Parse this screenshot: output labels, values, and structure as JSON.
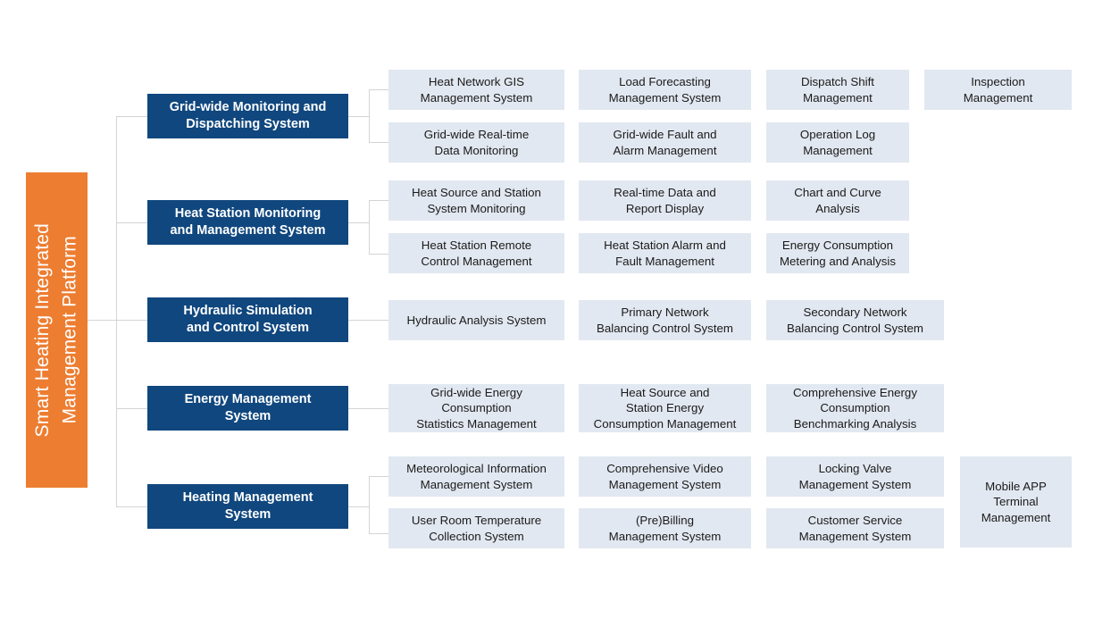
{
  "root": {
    "label": "Smart Heating Integrated\nManagement Platform",
    "color": "#ed7d31"
  },
  "colors": {
    "level2_bg": "#10477e",
    "level2_text": "#ffffff",
    "level3_bg": "#e2e8f1",
    "level3_text": "#1a1a1a",
    "connector": "#d4d4d4",
    "page_bg": "#ffffff"
  },
  "branches": [
    {
      "id": "grid-wide-monitoring-and-dispatching-system",
      "label": "Grid-wide Monitoring and\nDispatching System",
      "children": [
        "Heat Network GIS\nManagement System",
        "Load Forecasting\nManagement System",
        "Dispatch Shift\nManagement",
        "Inspection\nManagement",
        "Grid-wide Real-time\nData Monitoring",
        "Grid-wide Fault and\nAlarm Management",
        "Operation Log\nManagement"
      ]
    },
    {
      "id": "heat-station-monitoring-and-management-system",
      "label": "Heat Station Monitoring\nand Management System",
      "children": [
        "Heat Source and Station\nSystem Monitoring",
        "Real-time Data and\nReport Display",
        "Chart and Curve\nAnalysis",
        "Heat Station Remote\nControl Management",
        "Heat Station Alarm and\nFault Management",
        "Energy Consumption\nMetering and Analysis"
      ]
    },
    {
      "id": "hydraulic-simulation-and-control-system",
      "label": "Hydraulic Simulation\nand Control System",
      "children": [
        "Hydraulic Analysis System",
        "Primary Network\nBalancing Control System",
        "Secondary Network\nBalancing Control System"
      ]
    },
    {
      "id": "energy-management-system",
      "label": "Energy Management\nSystem",
      "children": [
        "Grid-wide Energy\nConsumption\nStatistics Management",
        "Heat Source and\nStation Energy\nConsumption Management",
        "Comprehensive Energy\nConsumption\nBenchmarking Analysis"
      ]
    },
    {
      "id": "heating-management-system",
      "label": "Heating Management\nSystem",
      "children": [
        "Meteorological Information\nManagement System",
        "Comprehensive Video\nManagement System",
        "Locking Valve\nManagement System",
        "Mobile APP\nTerminal\nManagement",
        "User Room Temperature\nCollection System",
        "(Pre)Billing\nManagement System",
        "Customer Service\nManagement System"
      ]
    }
  ],
  "nodes": {
    "b1_l2": "branches.0.label",
    "b1_c1": "branches.0.children.0",
    "b1_c2": "branches.0.children.1",
    "b1_c3": "branches.0.children.2",
    "b1_c4": "branches.0.children.3",
    "b1_c5": "branches.0.children.4",
    "b1_c6": "branches.0.children.5",
    "b1_c7": "branches.0.children.6"
  }
}
